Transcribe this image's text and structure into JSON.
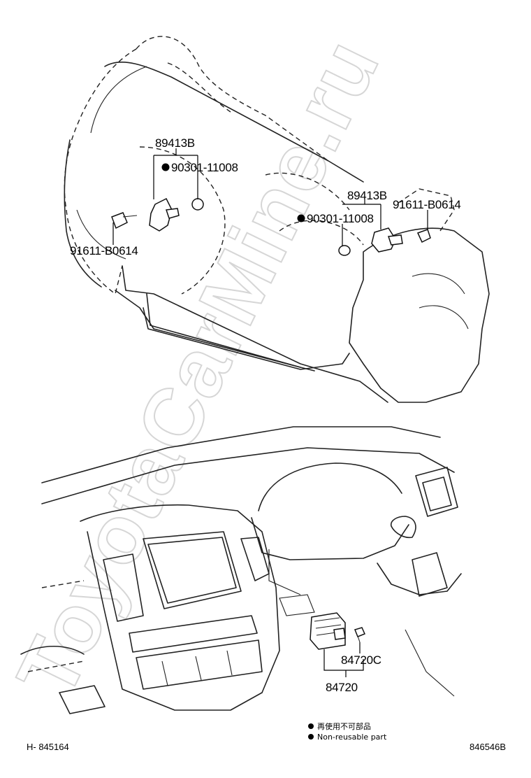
{
  "watermark": "ToyotaCarMine.ru",
  "callouts": {
    "sensor_left": "89413B",
    "oring_left": "90301-11008",
    "bolt_left": "91611-B0614",
    "sensor_right": "89413B",
    "oring_right": "90301-11008",
    "bolt_right": "91611-B0614",
    "switch_bulb": "84720C",
    "switch_assy": "84720"
  },
  "legend": {
    "jp": "再使用不可部品",
    "en": "Non-reusable part"
  },
  "footer": {
    "left_code": "H- 845164",
    "right_code": "846546B"
  },
  "colors": {
    "line": "#222222",
    "watermark": "#d6d6d6"
  }
}
